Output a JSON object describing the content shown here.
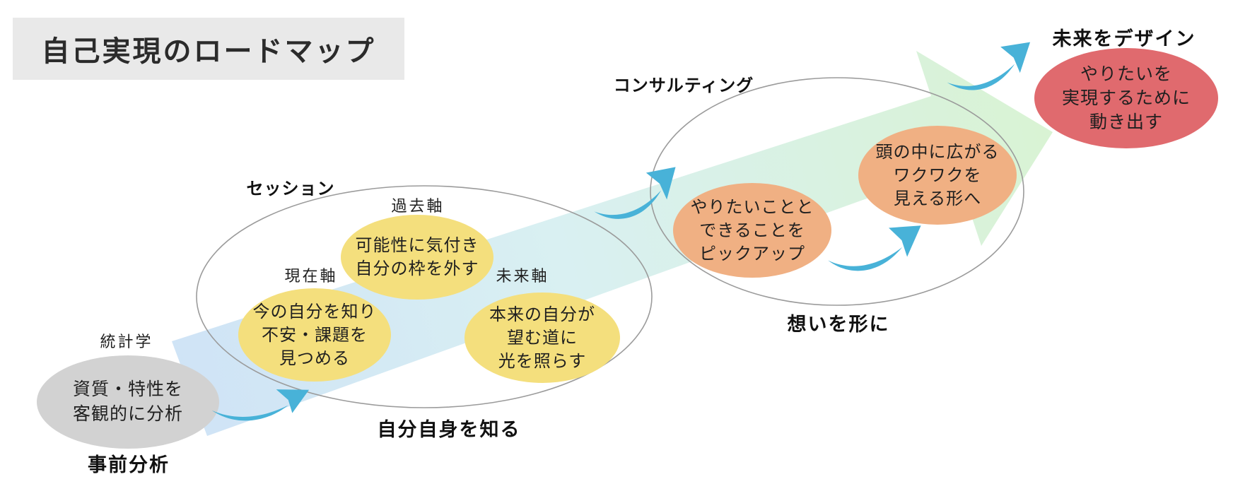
{
  "title": "自己実現のロードマップ",
  "pre": {
    "label": "統計学",
    "line1": "資質・特性を",
    "line2": "客観的に分析",
    "caption": "事前分析"
  },
  "session": {
    "title": "セッション",
    "caption": "自分自身を知る",
    "current": {
      "label": "現在軸",
      "line1": "今の自分を知り",
      "line2": "不安・課題を",
      "line3": "見つめる"
    },
    "past": {
      "label": "過去軸",
      "line1": "可能性に気付き",
      "line2": "自分の枠を外す"
    },
    "future": {
      "label": "未来軸",
      "line1": "本来の自分が",
      "line2": "望む道に",
      "line3": "光を照らす"
    }
  },
  "consulting": {
    "title": "コンサルティング",
    "caption": "想いを形に",
    "pickup": {
      "line1": "やりたいことと",
      "line2": "できることを",
      "line3": "ピックアップ"
    },
    "visualize": {
      "line1": "頭の中に広がる",
      "line2": "ワクワクを",
      "line3": "見える形へ"
    }
  },
  "design": {
    "title": "未来をデザイン",
    "goal": {
      "line1": "やりたいを",
      "line2": "実現するために",
      "line3": "動き出す"
    }
  },
  "icons": {
    "flow_arrow": "curved-swoosh-arrow",
    "band": "diagonal-gradient-arrow"
  },
  "colors": {
    "title_bg": "#e9e9e9",
    "text": "#1f1f1f",
    "outline": "#9b9b9b",
    "flow_arrow": "#48b2d8",
    "band_start": "#cfe3f6",
    "band_mid": "#d9f0f2",
    "band_end": "#d9f3d4",
    "bubble_gray": "#d2d2d2",
    "bubble_yellow": "#f4df7d",
    "bubble_orange": "#f0b083",
    "bubble_red": "#e06a6e"
  }
}
